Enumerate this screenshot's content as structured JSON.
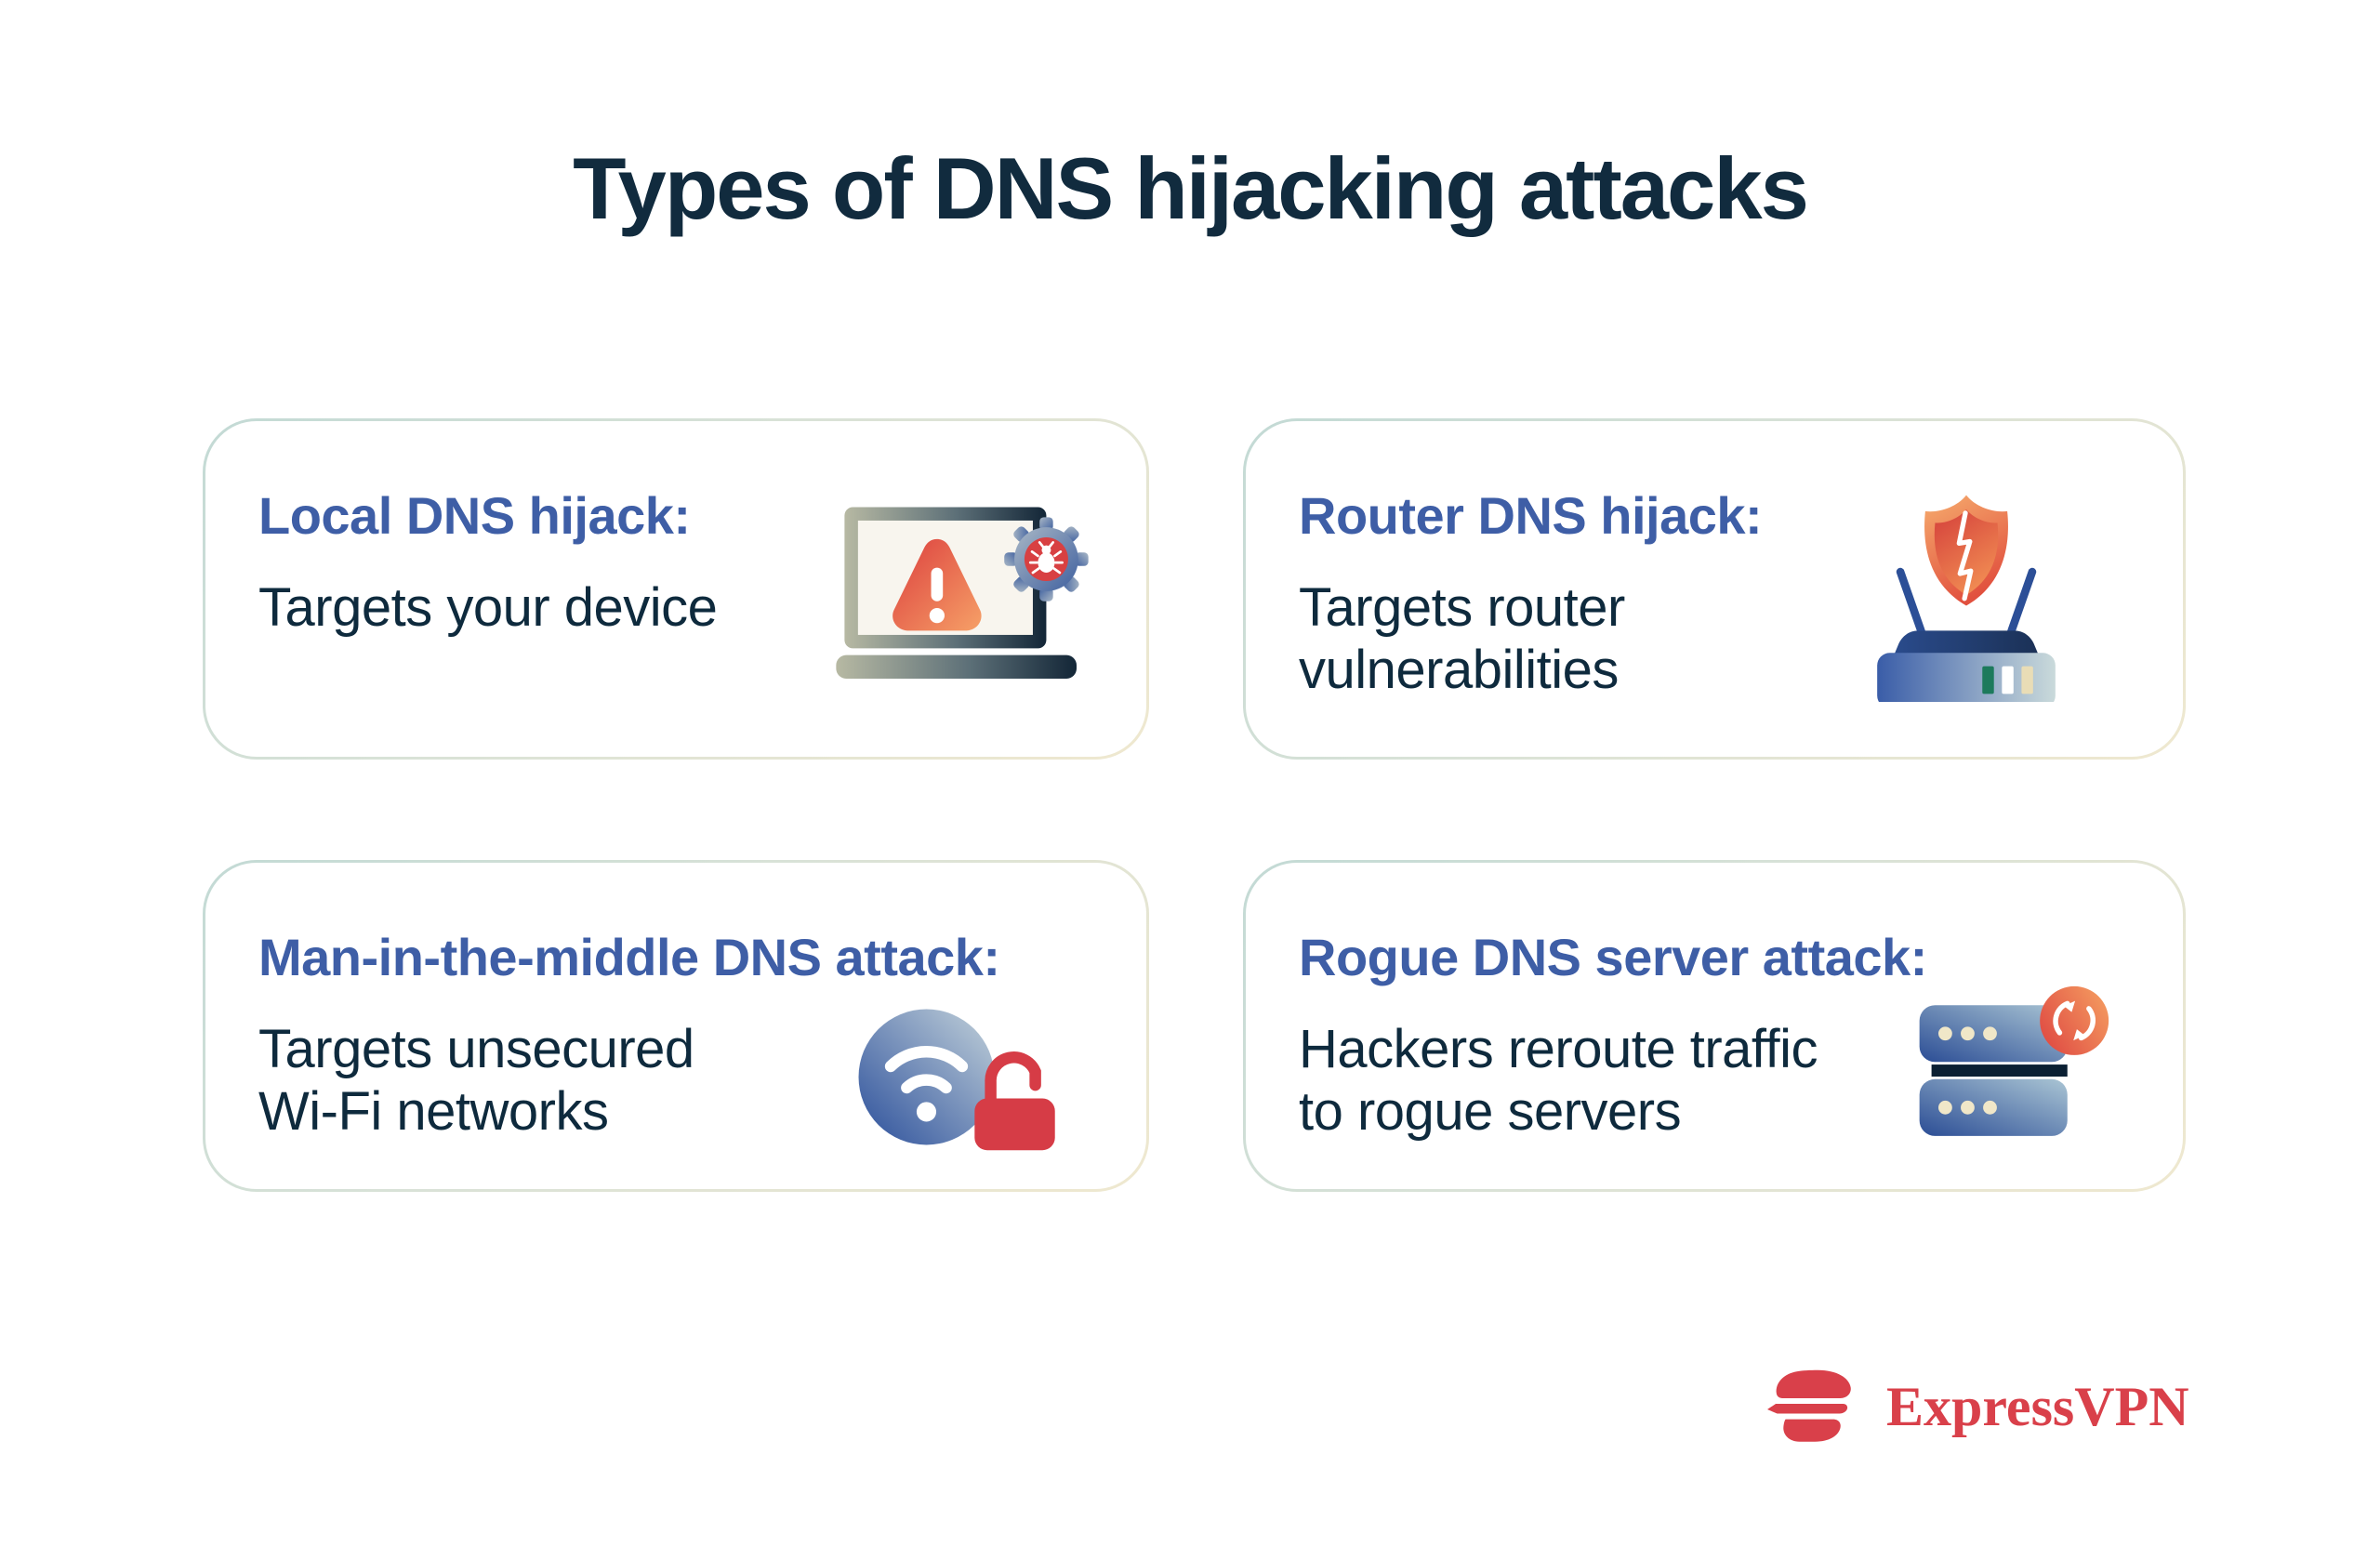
{
  "page": {
    "title": "Types of DNS hijacking attacks"
  },
  "cards": [
    {
      "id": "local-dns-hijack",
      "heading": "Local DNS hijack:",
      "body_lines": [
        "Targets your device"
      ],
      "icon": "laptop-malware-warning-icon"
    },
    {
      "id": "router-dns-hijack",
      "heading": "Router DNS hijack:",
      "body_lines": [
        "Targets router",
        "vulnerabilities"
      ],
      "icon": "router-broken-shield-icon"
    },
    {
      "id": "mitm-dns-attack",
      "heading": "Man-in-the-middle DNS attack:",
      "body_lines": [
        "Targets unsecured",
        "Wi-Fi networks"
      ],
      "icon": "wifi-open-padlock-icon"
    },
    {
      "id": "rogue-dns-server-attack",
      "heading": "Rogue DNS server attack:",
      "body_lines": [
        "Hackers reroute traffic",
        "to rogue servers"
      ],
      "icon": "server-reroute-sync-icon"
    }
  ],
  "footer": {
    "brand": "ExpressVPN"
  },
  "colors": {
    "title_navy": "#112b3e",
    "heading_blue": "#3e5ea6",
    "text_navy": "#0e2a3d",
    "brand_red": "#d9404a",
    "card_border_teal": "#c3dad5",
    "card_border_cream": "#efe8cf",
    "alert_red": "#d84042",
    "alert_orange": "#f59c64",
    "icon_blue": "#2b4d95",
    "icon_pale_blue": "#aac5d4"
  }
}
